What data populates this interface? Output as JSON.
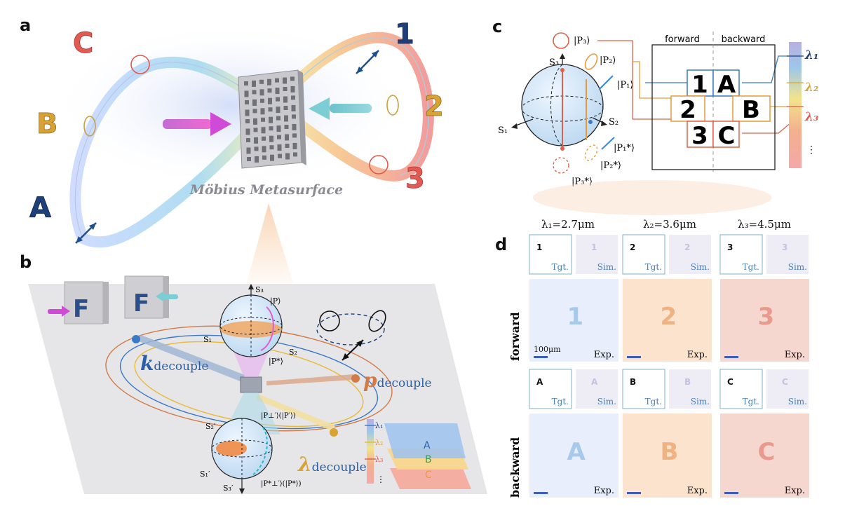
{
  "panels": {
    "a": "a",
    "b": "b",
    "c": "c",
    "d": "d"
  },
  "panel_a": {
    "title": "Möbius Metasurface",
    "letters": [
      "C",
      "B",
      "A"
    ],
    "numbers": [
      "1",
      "2",
      "3"
    ]
  },
  "panel_b": {
    "target_letter": "F",
    "k_sym": "k",
    "p_sym": "p",
    "lambda_sym": "λ",
    "decouple": "decouple",
    "s1": "S₁",
    "s2": "S₂",
    "s3": "S₃",
    "s1p": "S₁′",
    "s2p": "S₂′",
    "s3p": "S₃′",
    "P": "|P⟩",
    "Pstar": "|P*⟩",
    "Pperp": "|P⊥′⟩(|P′⟩)",
    "Pperp_star": "|P*⊥′⟩(|P*⟩)",
    "legend_lambda": [
      "λ₁",
      "λ₂",
      "λ₃",
      "⋮"
    ],
    "plane_letters": [
      "A",
      "B",
      "C"
    ]
  },
  "panel_c": {
    "states": [
      "|P₃⟩",
      "|P₂⟩",
      "|P₁⟩",
      "|P₁*⟩",
      "|P₂*⟩",
      "|P₃*⟩"
    ],
    "axes": [
      "S₃",
      "S₁",
      "S₂"
    ],
    "forward": "forward",
    "backward": "backward",
    "grid_forward": [
      "1",
      "2",
      "3"
    ],
    "grid_backward": [
      "A",
      "B",
      "C"
    ],
    "lambda_labels": [
      "λ₁",
      "λ₂",
      "λ₃",
      "⋮"
    ]
  },
  "panel_d": {
    "wavelengths": [
      "λ₁=2.7μm",
      "λ₂=3.6μm",
      "λ₃=4.5μm"
    ],
    "row_labels": [
      "forward",
      "backward"
    ],
    "tgt": "Tgt.",
    "sim": "Sim.",
    "exp": "Exp.",
    "scale": "100μm",
    "forward_chars": [
      "1",
      "2",
      "3"
    ],
    "backward_chars": [
      "A",
      "B",
      "C"
    ]
  },
  "colors": {
    "lambda1": "#3a78c8",
    "lambda2": "#e8a93a",
    "lambda3": "#e05a4e",
    "navy": "#1f3f7a",
    "magenta": "#d04ad8",
    "exp_blue": "#e8eefc",
    "exp_orange": "#fbe3cd",
    "exp_pink": "#f6d7d0"
  }
}
